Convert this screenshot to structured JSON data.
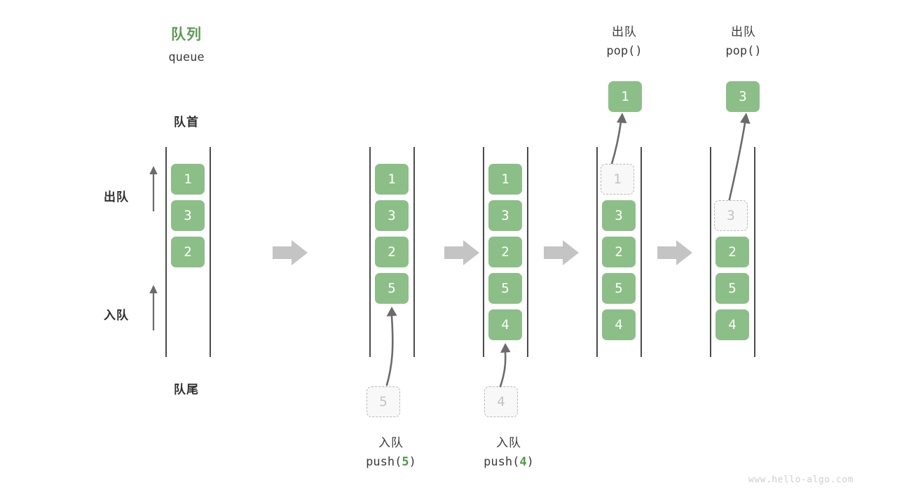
{
  "diagram": {
    "title_cn": "队列",
    "title_en": "queue",
    "front_label": "队首",
    "rear_label": "队尾",
    "dequeue_side_label": "出队",
    "enqueue_side_label": "入队",
    "watermark": "www.hello-algo.com",
    "colors": {
      "cell_green": "#8cbf87",
      "title_green": "#5d9c52",
      "arg_green": "#4e9a46",
      "ghost_fill": "#f8f8f8",
      "ghost_border": "#b9b9b9",
      "ghost_text": "#c3c3c3",
      "rail": "#4a4a4a",
      "step_arrow": "#c4c4c4",
      "text": "#3c3c3c",
      "watermark": "#cfcfcf"
    },
    "stages": [
      {
        "name": "initial",
        "cells": [
          "1",
          "3",
          "2"
        ]
      },
      {
        "name": "after-push-5",
        "cells": [
          "1",
          "3",
          "2",
          "5"
        ]
      },
      {
        "name": "after-push-4",
        "cells": [
          "1",
          "3",
          "2",
          "5",
          "4"
        ]
      },
      {
        "name": "after-pop-1",
        "cells": [
          "1",
          "3",
          "2",
          "5",
          "4"
        ]
      },
      {
        "name": "after-pop-3",
        "cells": [
          "3",
          "2",
          "5",
          "4"
        ]
      }
    ],
    "operations": {
      "push_5": {
        "cn": "入队",
        "code_prefix": "push(",
        "arg": "5",
        "code_suffix": ")",
        "ghost_value": "5"
      },
      "push_4": {
        "cn": "入队",
        "code_prefix": "push(",
        "arg": "4",
        "code_suffix": ")",
        "ghost_value": "4"
      },
      "pop_1": {
        "cn": "出队",
        "code_prefix": "pop(",
        "arg": "",
        "code_suffix": ")",
        "popped_value": "1",
        "ghost_value": "1"
      },
      "pop_2": {
        "cn": "出队",
        "code_prefix": "pop(",
        "arg": "",
        "code_suffix": ")",
        "popped_value": "3",
        "ghost_value": "3"
      }
    }
  }
}
